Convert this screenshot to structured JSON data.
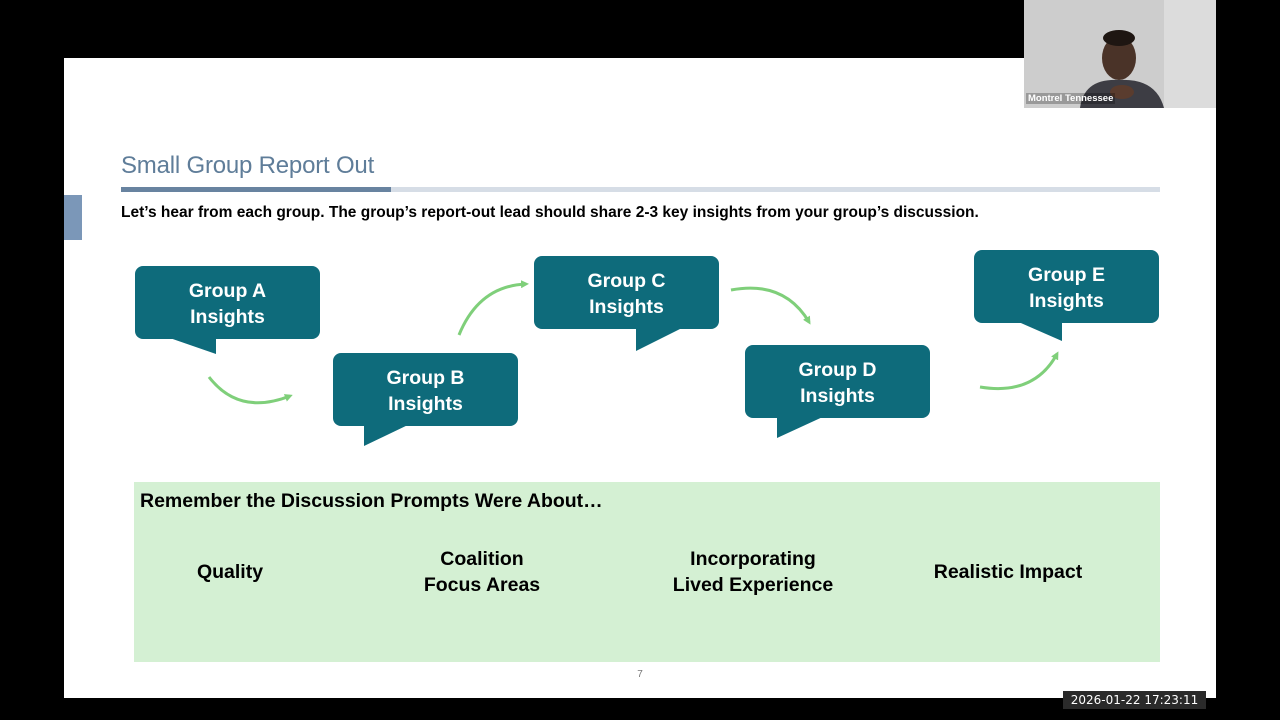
{
  "slide": {
    "title": "Small Group Report Out",
    "instruction": "Let’s hear from each group. The group’s report-out lead should share 2-3 key insights from your group’s discussion.",
    "groups": [
      {
        "line1": "Group A",
        "line2": "Insights"
      },
      {
        "line1": "Group B",
        "line2": "Insights"
      },
      {
        "line1": "Group C",
        "line2": "Insights"
      },
      {
        "line1": "Group D",
        "line2": "Insights"
      },
      {
        "line1": "Group E",
        "line2": "Insights"
      }
    ],
    "prompts": {
      "heading": "Remember the Discussion Prompts Were About…",
      "topics": [
        {
          "line1": "Quality",
          "line2": ""
        },
        {
          "line1": "Coalition",
          "line2": "Focus Areas"
        },
        {
          "line1": "Incorporating",
          "line2": "Lived Experience"
        },
        {
          "line1": "Realistic Impact",
          "line2": ""
        }
      ]
    },
    "page_number": "7"
  },
  "video": {
    "participant_name": "Montrel Tennessee"
  },
  "recording": {
    "timestamp": "2026-01-22  17:23:11"
  },
  "colors": {
    "bubble": "#0e6b7b",
    "arrow": "#7fcf7a",
    "prompt_bg": "#d4f0d3",
    "title": "#5f7d99"
  },
  "icons": [
    "speech-bubble-icon",
    "curved-arrow-icon"
  ]
}
